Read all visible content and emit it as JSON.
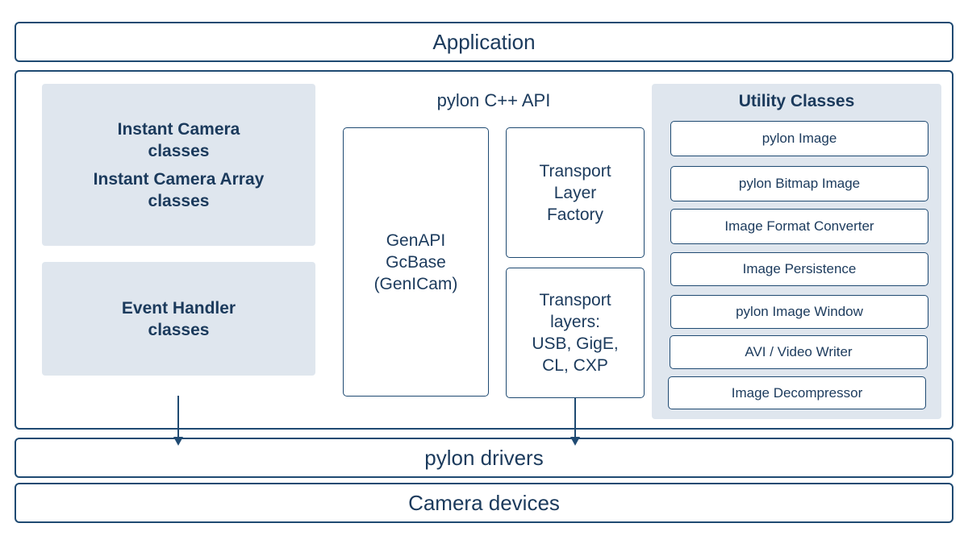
{
  "layers": {
    "application": "Application",
    "drivers": "pylon drivers",
    "devices": "Camera devices"
  },
  "api": {
    "title": "pylon C++ API",
    "instant_camera": [
      "Instant Camera",
      "classes"
    ],
    "instant_camera_array": [
      "Instant Camera Array",
      "classes"
    ],
    "event_handler": [
      "Event Handler",
      "classes"
    ],
    "genapi": [
      "GenAPI",
      "GcBase",
      "(GenICam)"
    ],
    "tl_factory": [
      "Transport",
      "Layer",
      "Factory"
    ],
    "transport_layers": [
      "Transport",
      "layers:",
      "USB, GigE,",
      "CL, CXP"
    ]
  },
  "utility": {
    "title": "Utility Classes",
    "items": [
      "pylon Image",
      "pylon Bitmap Image",
      "Image Format Converter",
      "Image Persistence",
      "pylon Image Window",
      "AVI / Video Writer",
      "Image Decompressor"
    ]
  },
  "colors": {
    "border": "#1f4a72",
    "text": "#1b3a5c",
    "shade": "#dfe6ee"
  }
}
